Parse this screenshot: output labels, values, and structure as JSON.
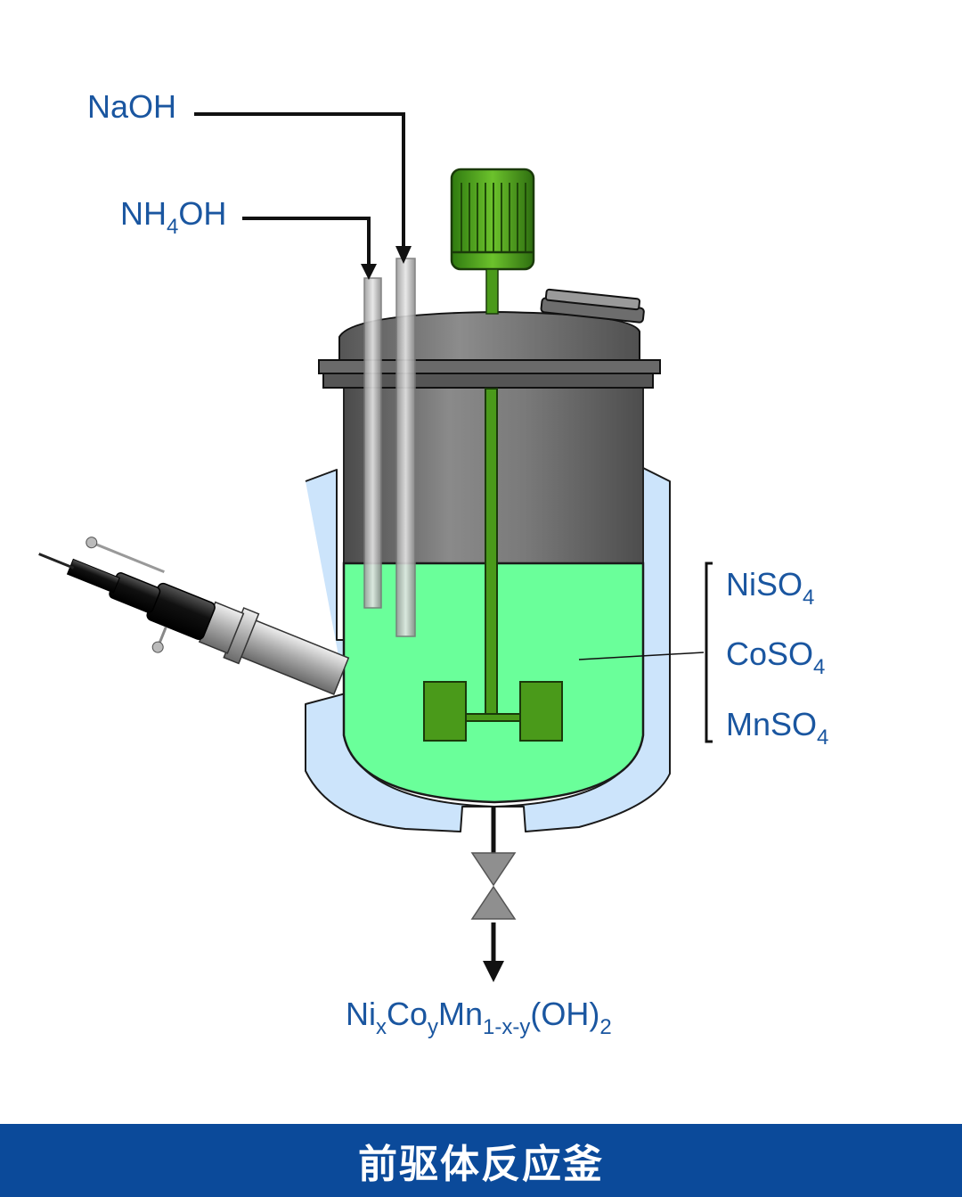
{
  "labels": {
    "naoh": "NaOH",
    "nh4oh_main": "NH",
    "nh4oh_sub": "4",
    "nh4oh_tail": "OH",
    "niso4_main": "NiSO",
    "niso4_sub": "4",
    "coso4_main": "CoSO",
    "coso4_sub": "4",
    "mnso4_main": "MnSO",
    "mnso4_sub": "4",
    "product": {
      "ni": "Ni",
      "x": "x",
      "co": "Co",
      "y": "y",
      "mn": "Mn",
      "mn_sub": "1-x-y",
      "oh": "(OH)",
      "oh_sub": "2"
    }
  },
  "footer": {
    "title": "前驱体反应釜"
  },
  "colors": {
    "label_blue": "#1a56a0",
    "footer_blue": "#0b4a9a",
    "liquid_green": "#6aff9a",
    "motor_green": "#4a9a1a",
    "jacket_blue": "#cce4fb",
    "vessel_gray": "#6f6f6f"
  }
}
